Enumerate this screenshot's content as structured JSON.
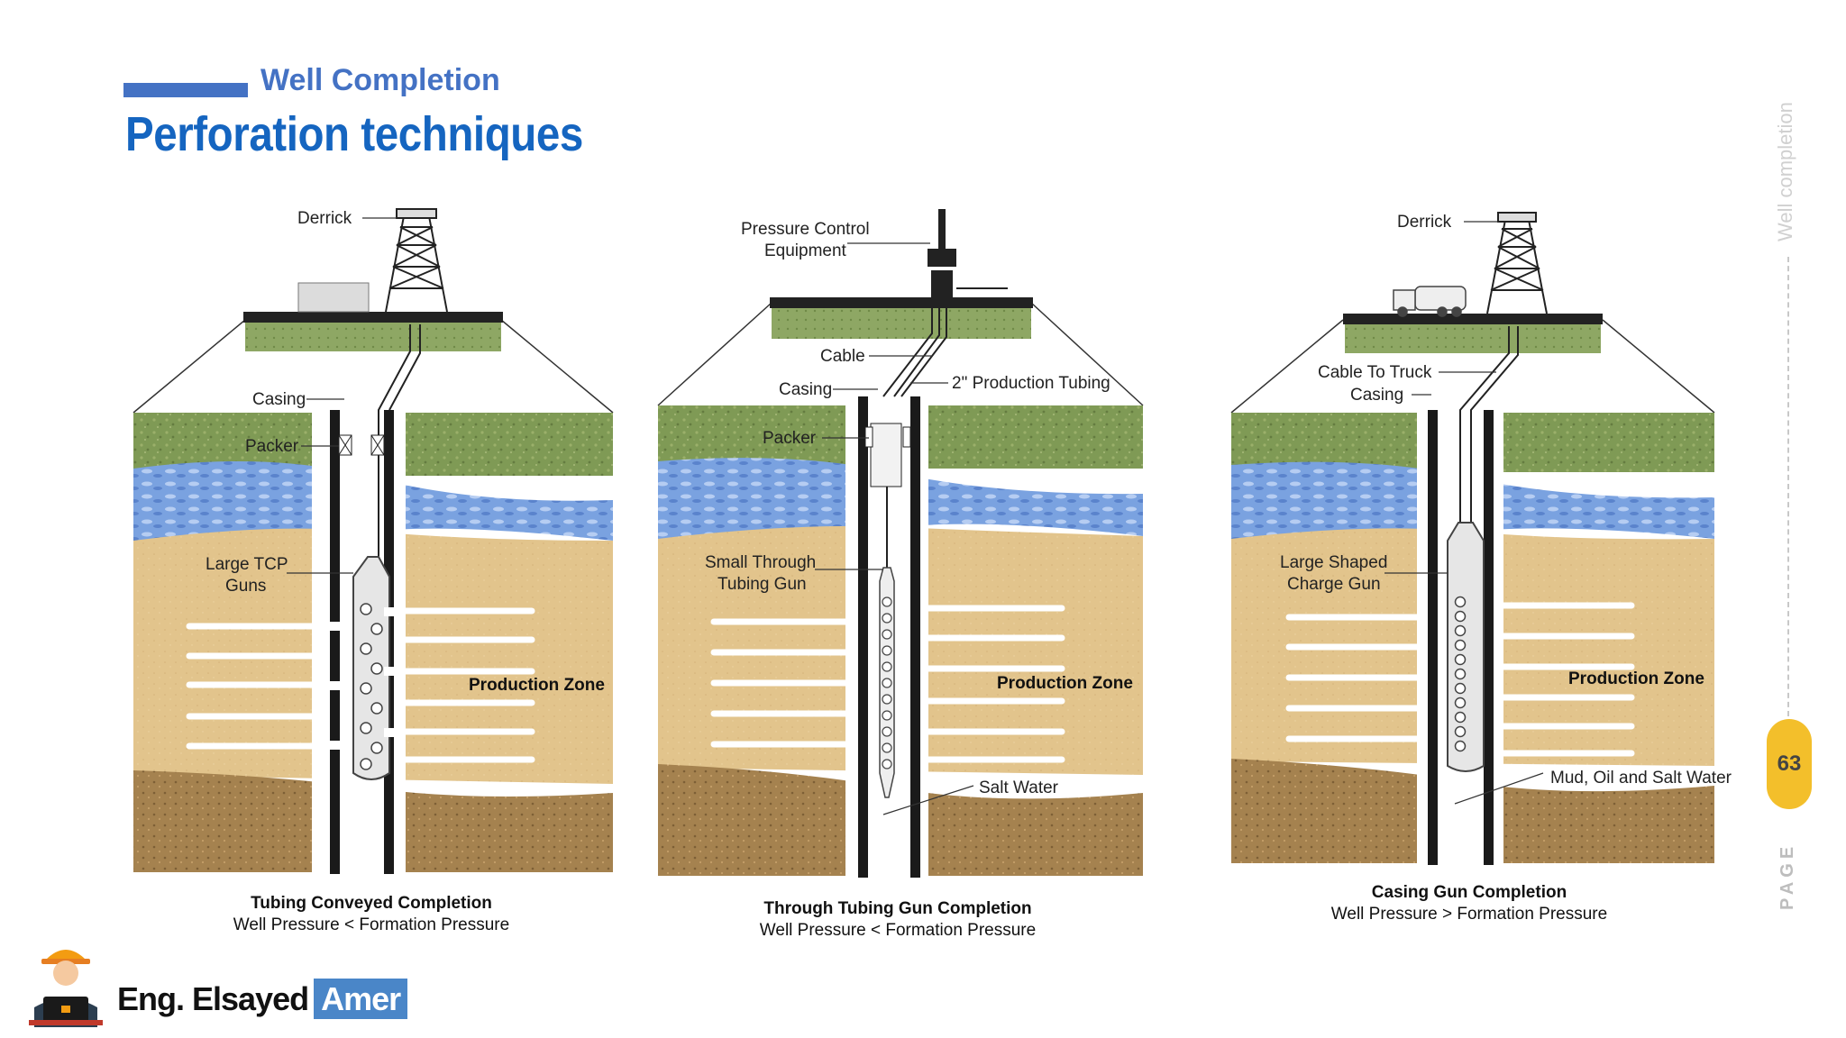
{
  "header": {
    "section": "Well Completion",
    "title": "Perforation techniques"
  },
  "side": {
    "vertical_text": "Well completion",
    "page_number": "63",
    "page_word": "PAGE"
  },
  "author": {
    "first": "Eng. Elsayed",
    "last": "Amer"
  },
  "diagrams": [
    {
      "labels": {
        "derrick": "Derrick",
        "casing": "Casing",
        "packer": "Packer",
        "gun_1": "Large TCP",
        "gun_2": "Guns",
        "zone": "Production Zone"
      },
      "caption_title": "Tubing Conveyed Completion",
      "caption_sub": "Well Pressure < Formation Pressure"
    },
    {
      "labels": {
        "pce_1": "Pressure Control",
        "pce_2": "Equipment",
        "cable": "Cable",
        "casing": "Casing",
        "tubing": "2\" Production Tubing",
        "packer": "Packer",
        "gun_1": "Small Through",
        "gun_2": "Tubing Gun",
        "zone": "Production Zone",
        "water": "Salt Water"
      },
      "caption_title": "Through Tubing Gun Completion",
      "caption_sub": "Well Pressure < Formation Pressure"
    },
    {
      "labels": {
        "derrick": "Derrick",
        "cable_truck": "Cable To Truck",
        "casing": "Casing",
        "gun_1": "Large Shaped",
        "gun_2": "Charge Gun",
        "zone": "Production Zone",
        "mud": "Mud, Oil and Salt Water"
      },
      "caption_title": "Casing Gun Completion",
      "caption_sub": "Well Pressure > Formation Pressure"
    }
  ],
  "colors": {
    "accent_blue": "#4472c4",
    "title_blue": "#1565c0",
    "grass": "#7f9a55",
    "water": "#7aa2e0",
    "sand": "#e2c48c",
    "soil": "#a5824f",
    "page_pill": "#f3bf2b"
  }
}
